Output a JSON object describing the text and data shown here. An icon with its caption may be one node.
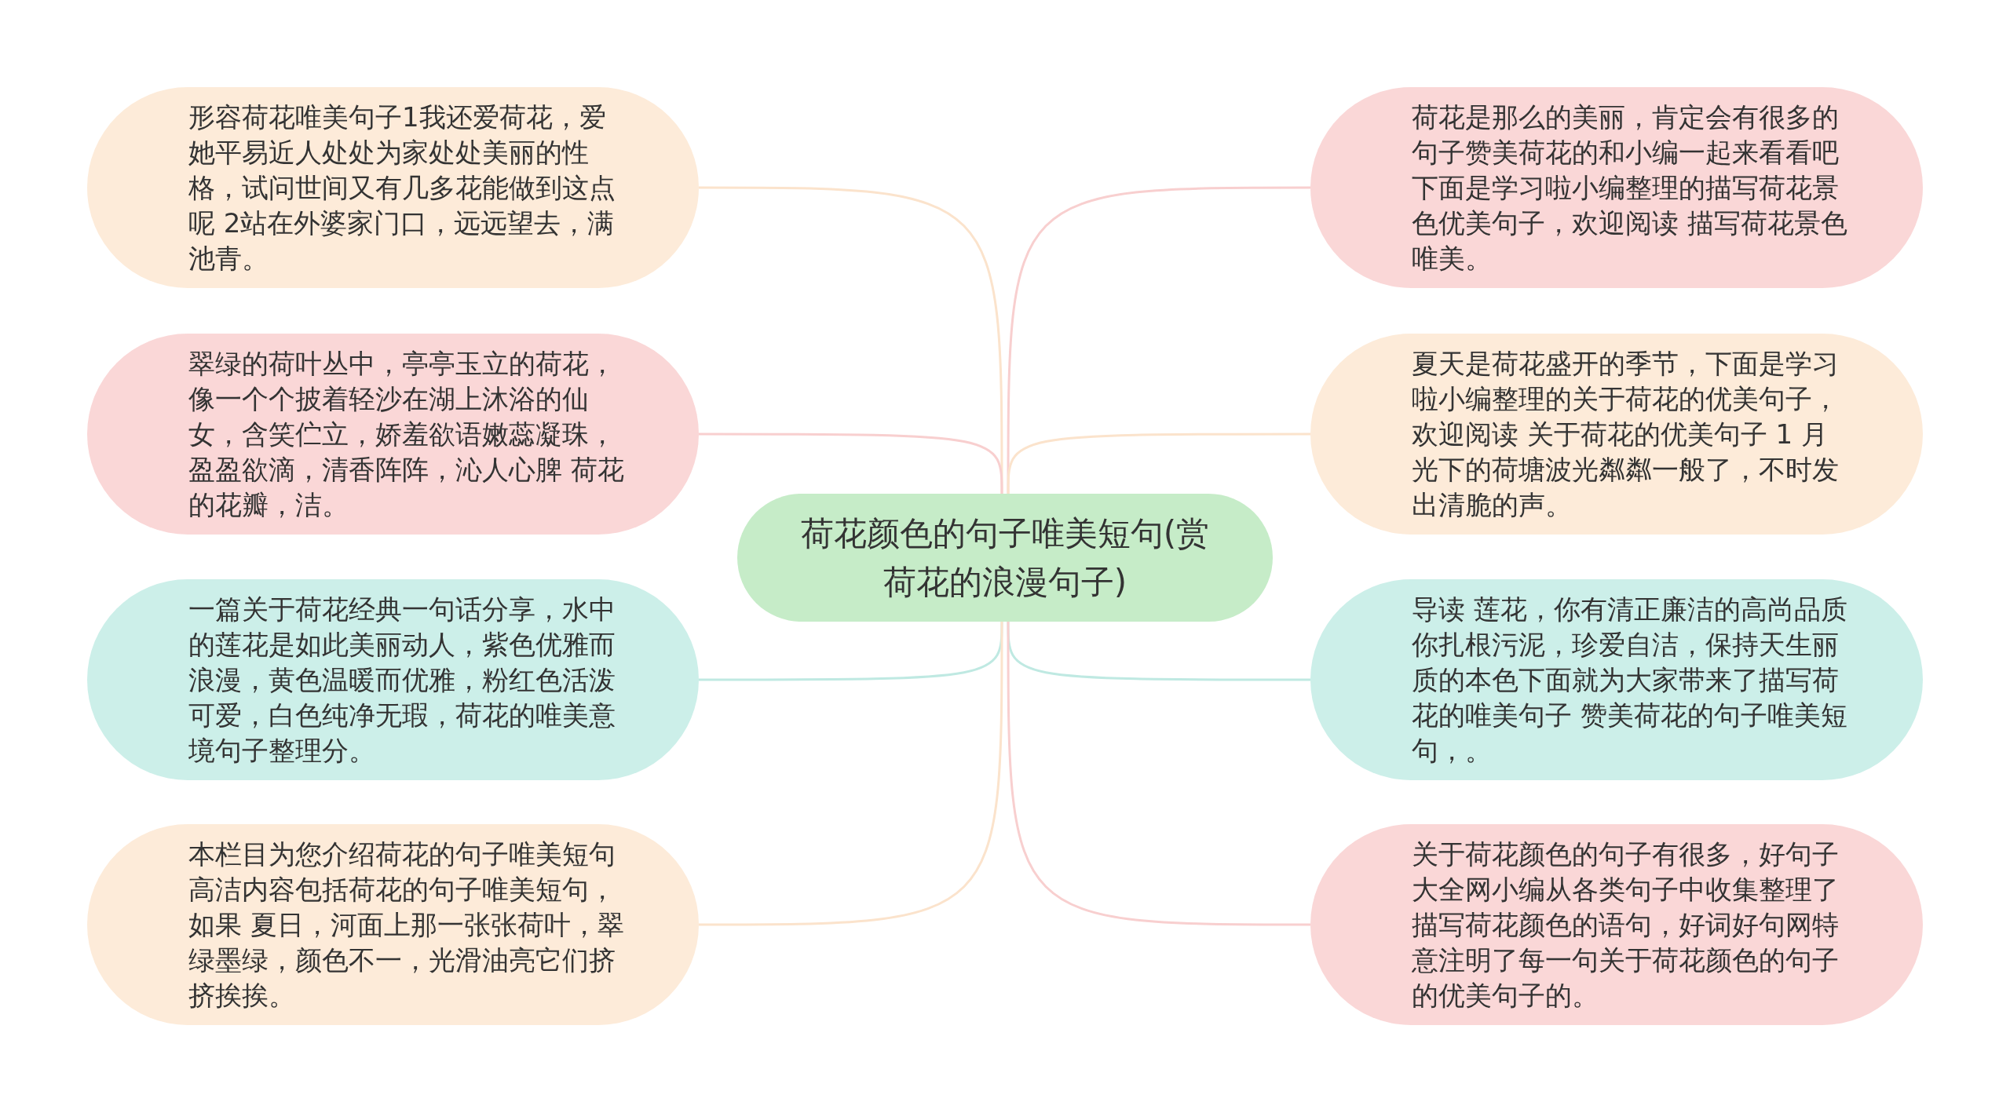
{
  "diagram": {
    "nodes": [
      {
        "text": [
          "荷花颜色的句子唯美短句(赏荷花的浪漫句子)"
        ]
      },
      {
        "text": [
          "形容荷花唯美句子1我还爱荷花，爱她平易近人处处为家处处美丽的性格，试问世间又有几多花能做到这点呢 2站在外婆家门口，远远望去，满池青。"
        ]
      },
      {
        "text": [
          "翠绿的荷叶丛中，亭亭玉立的荷花，像一个个披着轻沙在湖上沐浴的仙女，含笑伫立，娇羞欲语嫩蕊凝珠，盈盈欲滴，清香阵阵，沁人心脾 荷花的花瓣，洁。"
        ]
      },
      {
        "text": [
          "一篇关于荷花经典一句话分享，水中的莲花是如此美丽动人，紫色优雅而浪漫，黄色温暖而优雅，粉红色活泼可爱，白色纯净无瑕，荷花的唯美意境句子整理分。"
        ]
      },
      {
        "text": [
          "本栏目为您介绍荷花的句子唯美短句高洁内容包括荷花的句子唯美短句，如果 夏日，河面上那一张张荷叶，翠绿墨绿，颜色不一，光滑油亮它们挤挤挨挨。"
        ]
      },
      {
        "text": [
          "荷花是那么的美丽，肯定会有很多的句子赞美荷花的和小编一起来看看吧下面是学习啦小编整理的描写荷花景色优美句子，欢迎阅读 描写荷花景色唯美。"
        ]
      },
      {
        "text": [
          "夏天是荷花盛开的季节，下面是学习啦小编整理的关于荷花的优美句子，欢迎阅读 关于荷花的优美句子 1 月光下的荷塘波光粼粼一般了，不时发出清脆的声。"
        ]
      },
      {
        "text": [
          "导读 莲花，你有清正廉洁的高尚品质你扎根污泥，珍爱自洁，保持天生丽质的本色下面就为大家带来了描写荷花的唯美句子 赞美荷花的句子唯美短句，。"
        ]
      },
      {
        "text": [
          "关于荷花颜色的句子有很多，好句子大全网小编从各类句子中收集整理了描写荷花颜色的语句，好词好句网特意注明了每一句关于荷花颜色的句子的优美句子的。"
        ]
      }
    ],
    "edges": [
      {
        "from": 0,
        "to": 1,
        "arrow": "none",
        "color": "#fbe3cc"
      },
      {
        "from": 0,
        "to": 2,
        "arrow": "none",
        "color": "#f8cfcf"
      },
      {
        "from": 0,
        "to": 3,
        "arrow": "none",
        "color": "#bfe9e2"
      },
      {
        "from": 0,
        "to": 4,
        "arrow": "none",
        "color": "#fbe3cc"
      },
      {
        "from": 0,
        "to": 5,
        "arrow": "none",
        "color": "#f8cfcf"
      },
      {
        "from": 0,
        "to": 6,
        "arrow": "none",
        "color": "#fbe3cc"
      },
      {
        "from": 0,
        "to": 7,
        "arrow": "none",
        "color": "#bfe9e2"
      },
      {
        "from": 0,
        "to": 8,
        "arrow": "none",
        "color": "#f8cfcf"
      }
    ]
  }
}
